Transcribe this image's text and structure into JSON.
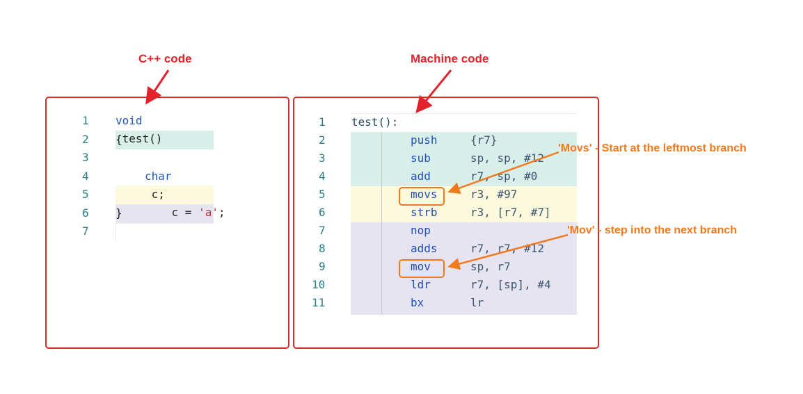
{
  "titles": {
    "cpp": "C++ code",
    "machine": "Machine code"
  },
  "cpp_code": {
    "line_numbers": [
      "1",
      "2",
      "3",
      "4",
      "5",
      "6",
      "7"
    ],
    "line1_kw": "void",
    "line1_rest": " test()",
    "line2": "{",
    "line4_kw": "char",
    "line4_rest": " c;",
    "line5_a": "c = ",
    "line5_str": "'a'",
    "line5_b": ";",
    "line6": "}"
  },
  "asm_code": {
    "line_numbers": [
      "1",
      "2",
      "3",
      "4",
      "5",
      "6",
      "7",
      "8",
      "9",
      "10",
      "11"
    ],
    "label": "test():",
    "instructions": [
      {
        "mnemonic": "push",
        "operands": "{r7}"
      },
      {
        "mnemonic": "sub",
        "operands": "sp, sp, #12"
      },
      {
        "mnemonic": "add",
        "operands": "r7, sp, #0"
      },
      {
        "mnemonic": "movs",
        "operands": "r3, #97"
      },
      {
        "mnemonic": "strb",
        "operands": "r3, [r7, #7]"
      },
      {
        "mnemonic": "nop",
        "operands": ""
      },
      {
        "mnemonic": "adds",
        "operands": "r7, r7, #12"
      },
      {
        "mnemonic": "mov",
        "operands": "sp, r7"
      },
      {
        "mnemonic": "ldr",
        "operands": "r7, [sp], #4"
      },
      {
        "mnemonic": "bx",
        "operands": "lr"
      }
    ]
  },
  "annotations": {
    "movs": "'Movs' - Start at the leftmost branch",
    "mov": "'Mov' - step into the next branch"
  },
  "colors": {
    "title_red": "#e3232b",
    "panel_border": "#d92a2a",
    "annotation_orange": "#f07a1d",
    "band_green": "#d8efe9",
    "band_yellow": "#fdf9dc",
    "band_purple": "#e6e4f1"
  }
}
